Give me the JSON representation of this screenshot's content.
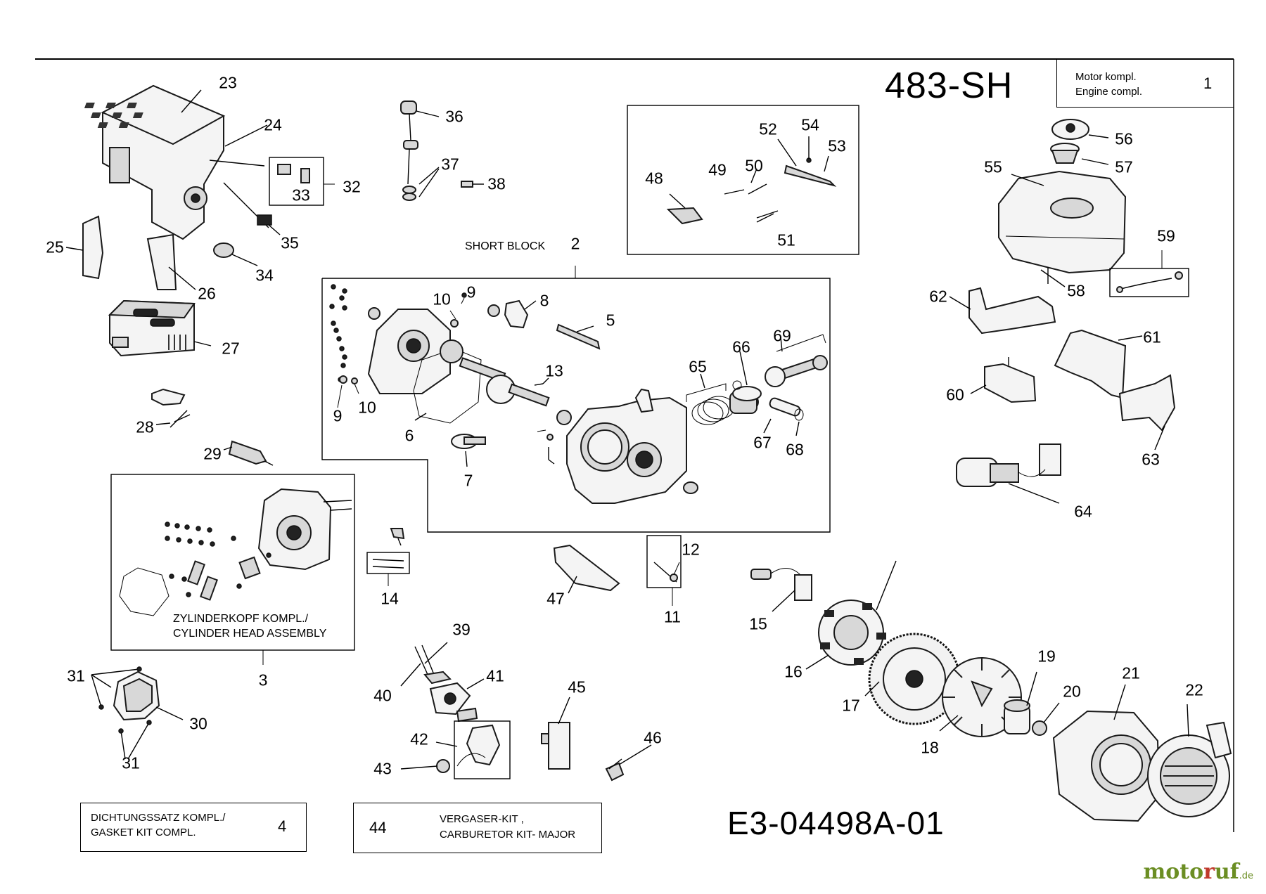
{
  "header": {
    "model": "483-SH",
    "drawing_number": "E3-04498A-01"
  },
  "title_block": {
    "line1": "Motor kompl.",
    "line2": "Engine compl.",
    "item": "1"
  },
  "short_block_label": "SHORT BLOCK",
  "cylinder_head": {
    "line1": "ZYLINDERKOPF KOMPL./",
    "line2": "CYLINDER HEAD ASSEMBLY"
  },
  "gasket_kit": {
    "line1": "DICHTUNGSSATZ KOMPL./",
    "line2": "GASKET KIT COMPL.",
    "item": "4"
  },
  "carburetor_kit": {
    "item": "44",
    "line1": "VERGASER-KIT ,",
    "line2": "CARBURETOR KIT- MAJOR"
  },
  "brand": {
    "name_a": "moto",
    "name_b": "r",
    "name_c": "uf",
    "tld": ".de"
  },
  "callouts": {
    "c1": "2",
    "c2": "3",
    "c3": "5",
    "c4": "6",
    "c5": "7",
    "c6": "8",
    "c7": "9",
    "c8": "9",
    "c9": "10",
    "c10": "10",
    "c11": "11",
    "c12": "12",
    "c13": "13",
    "c14": "14",
    "c15": "15",
    "c16": "16",
    "c17": "17",
    "c18": "18",
    "c19": "19",
    "c20": "20",
    "c21": "21",
    "c22": "22",
    "c23": "23",
    "c24": "24",
    "c25": "25",
    "c26": "26",
    "c27": "27",
    "c28": "28",
    "c29": "29",
    "c30": "30",
    "c31": "31",
    "c32": "31",
    "c33": "32",
    "c34": "33",
    "c35": "34",
    "c36": "35",
    "c37": "36",
    "c38": "37",
    "c39": "38",
    "c40": "39",
    "c41": "40",
    "c42": "41",
    "c43": "42",
    "c44": "43",
    "c45": "45",
    "c46": "46",
    "c47": "47",
    "c48": "48",
    "c49": "49",
    "c50": "50",
    "c51": "51",
    "c52": "52",
    "c53": "53",
    "c54": "54",
    "c55": "55",
    "c56": "56",
    "c57": "57",
    "c58": "58",
    "c59": "59",
    "c60": "60",
    "c61": "61",
    "c62": "62",
    "c63": "63",
    "c64": "64",
    "c65": "65",
    "c66": "66",
    "c67": "67",
    "c68": "68",
    "c69": "69"
  }
}
